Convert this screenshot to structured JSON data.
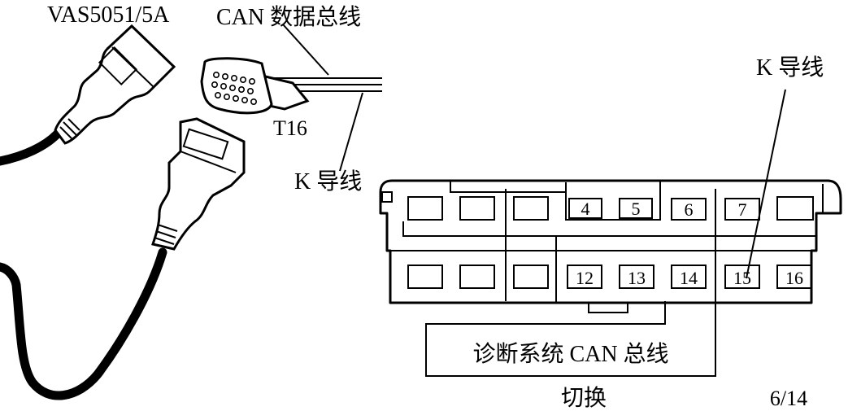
{
  "labels": {
    "device": "VAS5051/5A",
    "can_bus_wire": "CAN 数据总线",
    "connector_t16": "T16",
    "k_wire_left": "K 导线",
    "k_wire_right": "K 导线",
    "diag_can_bus": "诊断系统 CAN 总线",
    "switch": "切换",
    "page_fraction": "6/14"
  },
  "pins": {
    "top": [
      "",
      "",
      "",
      "4",
      "5",
      "6",
      "7",
      ""
    ],
    "bottom": [
      "",
      "",
      "",
      "12",
      "13",
      "14",
      "15",
      "16"
    ]
  },
  "colors": {
    "ink": "#000000",
    "background": "#ffffff"
  }
}
